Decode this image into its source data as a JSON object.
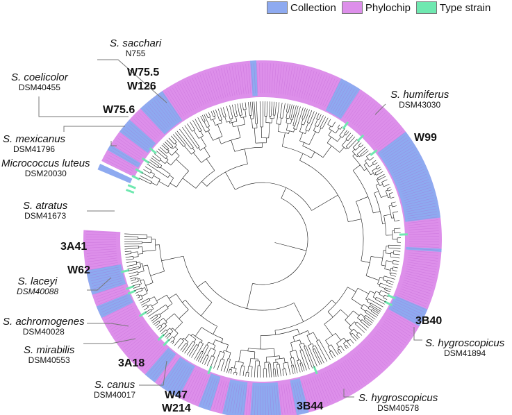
{
  "legend": [
    {
      "label": "Collection",
      "color": "#8eaaf0"
    },
    {
      "label": "Phylochip",
      "color": "#dd8fea"
    },
    {
      "label": "Type strain",
      "color": "#6fe8b0"
    }
  ],
  "strain_labels": {
    "s_sacchari": {
      "species": "S. sacchari",
      "strain": "N755"
    },
    "s_coelicolor": {
      "species": "S. coelicolor",
      "strain": "DSM40455"
    },
    "s_mexicanus": {
      "species": "S. mexicanus",
      "strain": "DSM41796"
    },
    "micrococcus": {
      "species": "Micrococcus luteus",
      "strain": "DSM20030"
    },
    "s_atratus": {
      "species": "S. atratus",
      "strain": "DSM41673"
    },
    "s_laceyi": {
      "species": "S. laceyi",
      "strain": "DSM40088"
    },
    "s_achromogenes": {
      "species": "S. achromogenes",
      "strain": "DSM40028"
    },
    "s_mirabilis": {
      "species": "S. mirabilis",
      "strain": "DSM40553"
    },
    "s_canus": {
      "species": "S. canus",
      "strain": "DSM40017"
    },
    "s_humiferus": {
      "species": "S. humiferus",
      "strain": "DSM43030"
    },
    "s_hygroscopicus_1": {
      "species": "S. hygroscopicus",
      "strain": "DSM41894"
    },
    "s_hygroscopicus_2": {
      "species": "S. hygroscopicus",
      "strain": "DSM40578"
    }
  },
  "isolate_labels": {
    "w75_5": "W75.5",
    "w126": "W126",
    "w75_6": "W75.6",
    "w99": "W99",
    "3a41": "3A41",
    "w62": "W62",
    "3a18": "3A18",
    "w47": "W47",
    "w214": "W214",
    "3b44": "3B44",
    "3b40": "3B40"
  }
}
